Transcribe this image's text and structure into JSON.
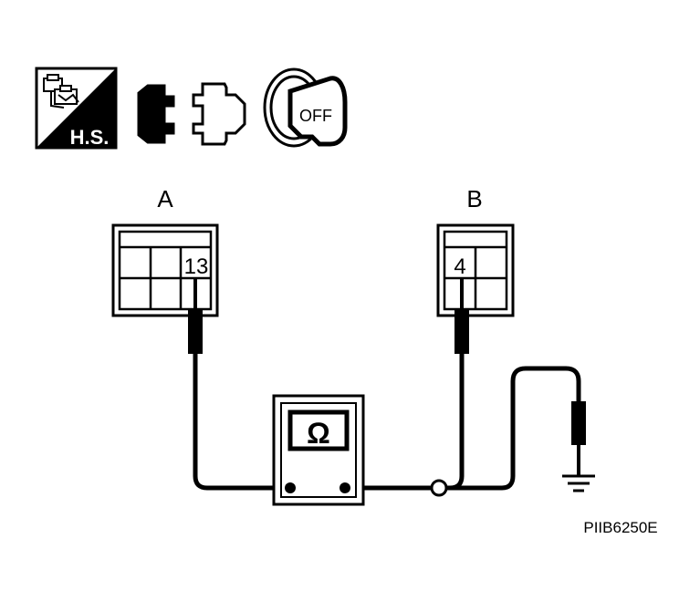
{
  "icons": {
    "harness_icon_text": "H.S.",
    "ignition_icon_text": "OFF",
    "harness_icon_name": "harness-connector-icon",
    "connector_icon_name": "connector-disconnect-icon",
    "ignition_icon_name": "ignition-key-off-icon"
  },
  "connectors": {
    "a": {
      "label": "A",
      "terminal": "13"
    },
    "b": {
      "label": "B",
      "terminal": "4"
    }
  },
  "meter": {
    "symbol": "Ω",
    "icon_name": "ohmmeter-icon"
  },
  "ground": {
    "icon_name": "ground-icon"
  },
  "figure_code": "PIIB6250E",
  "colors": {
    "ink": "#000000",
    "paper": "#ffffff"
  }
}
